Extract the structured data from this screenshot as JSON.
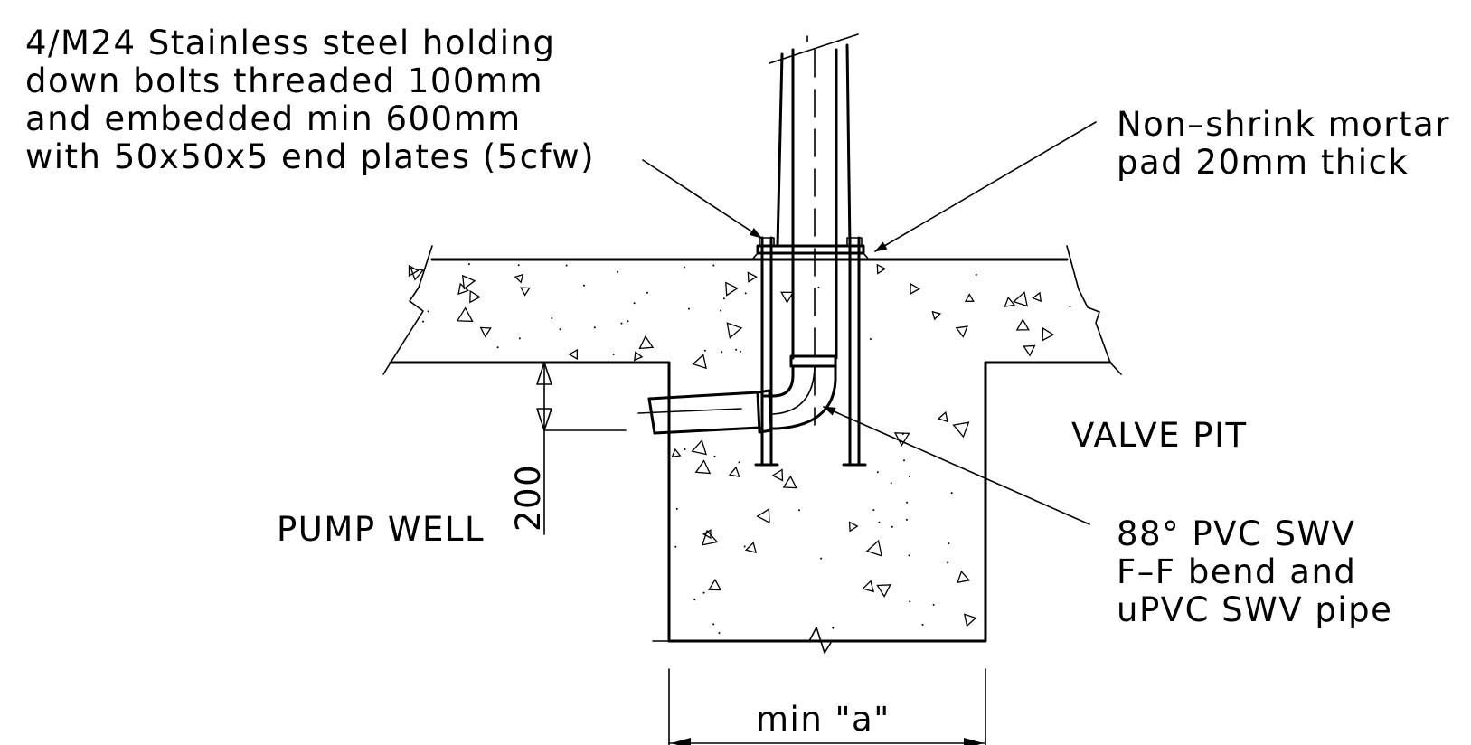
{
  "annotations": {
    "bolts": [
      "4/M24 Stainless steel holding",
      "down bolts threaded 100mm",
      "and embedded min 600mm",
      "with 50x50x5 end plates (5cfw)"
    ],
    "mortar": [
      "Non–shrink mortar",
      "pad 20mm thick"
    ],
    "bend": [
      "88° PVC SWV",
      "F–F bend and",
      "uPVC SWV pipe"
    ]
  },
  "labels": {
    "valve_pit": "VALVE PIT",
    "pump_well": "PUMP WELL",
    "dim_200": "200",
    "dim_width": "min \"a\""
  }
}
